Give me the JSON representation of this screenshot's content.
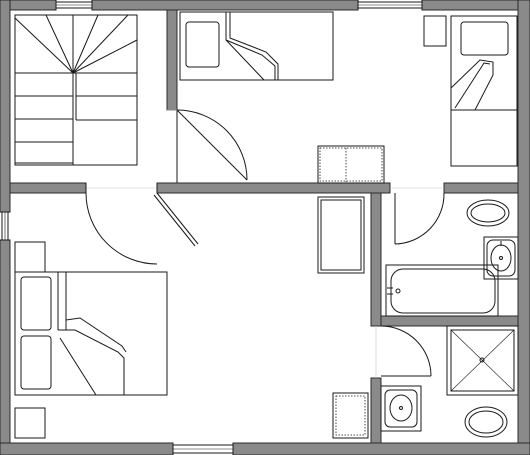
{
  "plan": {
    "colors": {
      "wall_fill": "#8a8a8a",
      "wall_edge": "#2b2b2b",
      "line": "#1a1a1a",
      "background": "#ffffff"
    },
    "rooms": [
      {
        "id": "stair-hall",
        "fixtures": [
          "staircase"
        ]
      },
      {
        "id": "bedroom-top",
        "fixtures": [
          "double-bed",
          "pillow",
          "nightstand",
          "nightstand"
        ]
      },
      {
        "id": "bedroom-bottom",
        "fixtures": [
          "double-bed",
          "pillow",
          "pillow",
          "nightstand",
          "nightstand",
          "wardrobe",
          "dresser"
        ]
      },
      {
        "id": "bathroom-upper",
        "fixtures": [
          "toilet",
          "bathtub",
          "washbasin"
        ]
      },
      {
        "id": "bathroom-lower",
        "fixtures": [
          "shower",
          "washbasin",
          "toilet"
        ]
      }
    ],
    "doors": 5,
    "windows": 4
  }
}
